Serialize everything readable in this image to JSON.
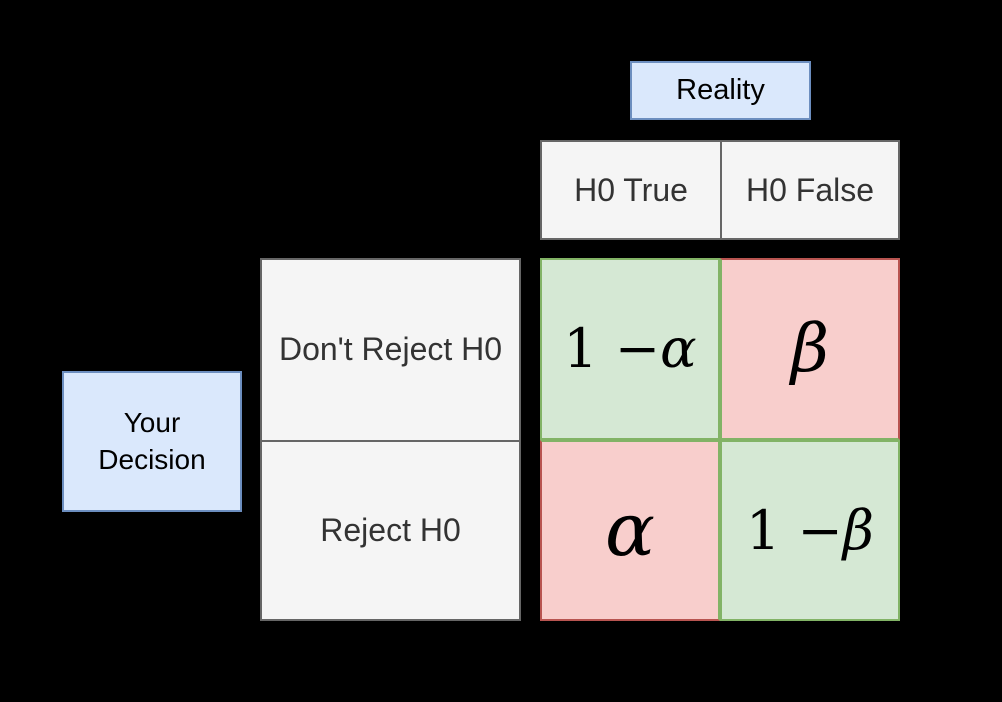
{
  "labels": {
    "reality": "Reality",
    "your_decision": "Your\nDecision"
  },
  "columns": [
    {
      "label": "H0 True"
    },
    {
      "label": "H0 False"
    }
  ],
  "rows": [
    {
      "label": "Don't Reject H0"
    },
    {
      "label": "Reject H0"
    }
  ],
  "matrix_cells": [
    {
      "row": "Don't Reject H0",
      "column": "H0 True",
      "text": "1 − α",
      "prefix": "1 − ",
      "symbol": "α",
      "status": "correct",
      "fill": "#d5e8d4"
    },
    {
      "row": "Don't Reject H0",
      "column": "H0 False",
      "text": "β",
      "prefix": "",
      "symbol": "β",
      "status": "error",
      "fill": "#f8cecc"
    },
    {
      "row": "Reject H0",
      "column": "H0 True",
      "text": "α",
      "prefix": "",
      "symbol": "α",
      "status": "error",
      "fill": "#f8cecc"
    },
    {
      "row": "Reject H0",
      "column": "H0 False",
      "text": "1 − β",
      "prefix": "1 − ",
      "symbol": "β",
      "status": "correct",
      "fill": "#d5e8d4"
    }
  ],
  "colors": {
    "background": "#000000",
    "label_box_fill": "#dae8fc",
    "label_box_border": "#6c8ebf",
    "header_fill": "#f5f5f5",
    "header_border": "#666666",
    "correct_fill": "#d5e8d4",
    "correct_border": "#82b366",
    "error_fill": "#f8cecc",
    "error_border": "#b85450",
    "header_text": "#333333",
    "label_text": "#000000",
    "formula_text": "#000000"
  }
}
